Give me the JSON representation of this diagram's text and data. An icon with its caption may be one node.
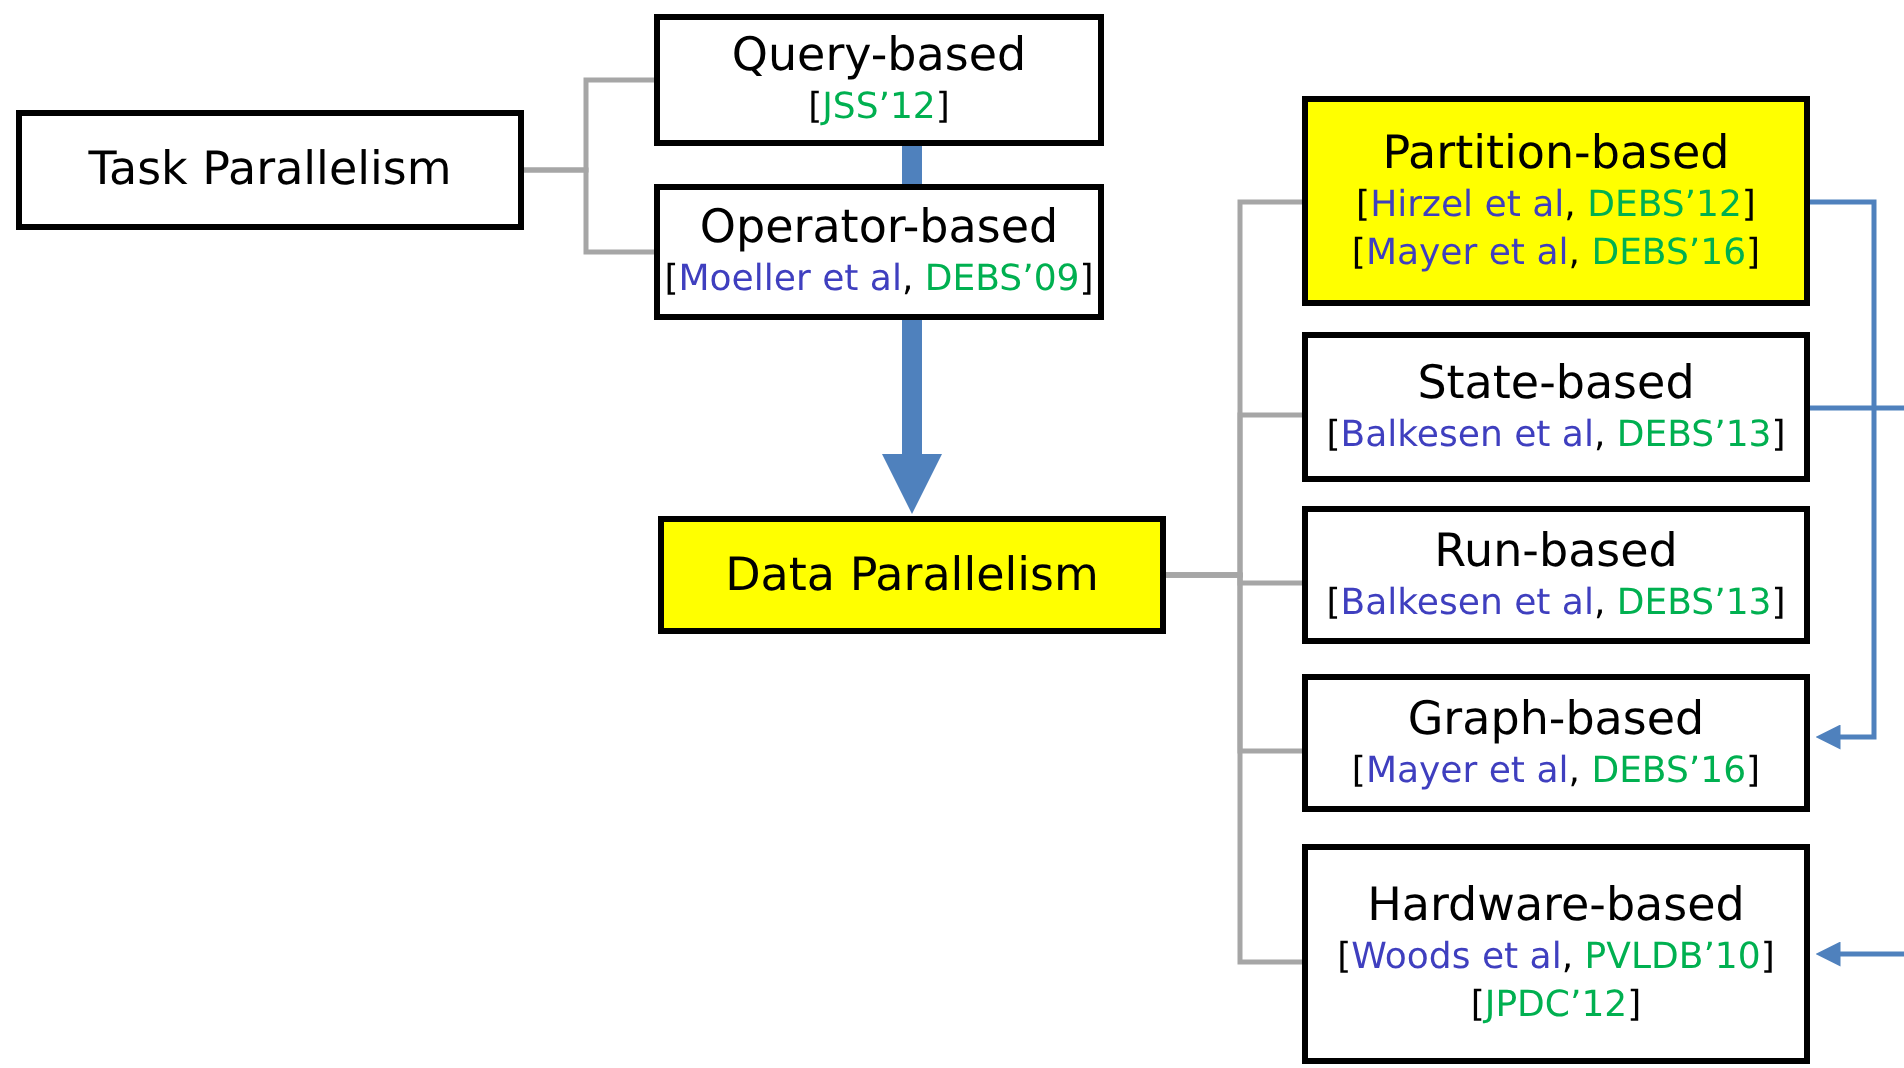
{
  "diagram": {
    "nodes": [
      {
        "text": [
          "Task Parallelism"
        ]
      },
      {
        "text": [
          "Query-based",
          "[JSS’12]"
        ]
      },
      {
        "text": [
          "Operator-based",
          "[Moeller et al, DEBS’09]"
        ]
      },
      {
        "text": [
          "Data Parallelism"
        ]
      },
      {
        "text": [
          "Partition-based",
          "[Hirzel et al, DEBS’12]",
          "[Mayer et al, DEBS’16]"
        ]
      },
      {
        "text": [
          "State-based",
          "[Balkesen et al, DEBS’13]"
        ]
      },
      {
        "text": [
          "Run-based",
          "[Balkesen et al, DEBS’13]"
        ]
      },
      {
        "text": [
          "Graph-based",
          "[Mayer et al, DEBS’16]"
        ]
      },
      {
        "text": [
          "Hardware-based",
          "[Woods et al, PVLDB’10]",
          "[JPDC’12]"
        ]
      }
    ],
    "edges": [
      {
        "from": 0,
        "to": 1,
        "arrow": "none"
      },
      {
        "from": 0,
        "to": 2,
        "arrow": "none"
      },
      {
        "from": 1,
        "to": 2,
        "arrow": "none",
        "style": "thick",
        "color": "#4f81bd"
      },
      {
        "from": 2,
        "to": 3,
        "arrow": "to",
        "style": "thick",
        "color": "#4f81bd"
      },
      {
        "from": 3,
        "to": 4,
        "arrow": "none"
      },
      {
        "from": 3,
        "to": 5,
        "arrow": "none"
      },
      {
        "from": 3,
        "to": 6,
        "arrow": "none"
      },
      {
        "from": 3,
        "to": 7,
        "arrow": "none"
      },
      {
        "from": 3,
        "to": 8,
        "arrow": "none"
      },
      {
        "from": 4,
        "to": 7,
        "arrow": "to",
        "color": "#4f81bd"
      },
      {
        "from": 5,
        "to": null,
        "arrow": "none",
        "color": "#4f81bd"
      },
      {
        "from": null,
        "to": 8,
        "arrow": "to",
        "color": "#4f81bd"
      }
    ]
  }
}
